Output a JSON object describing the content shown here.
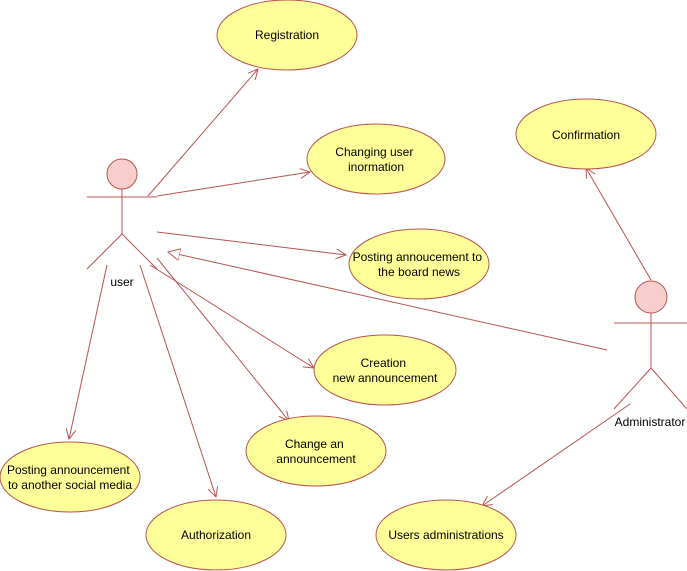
{
  "colors": {
    "usecase_fill": "#ffff99",
    "stroke": "#b85450",
    "actor_head_fill": "#f8cecc"
  },
  "actors": {
    "user": {
      "label": "user"
    },
    "administrator": {
      "label": "Administrator"
    }
  },
  "use_cases": {
    "registration": {
      "lines": [
        "Registration"
      ]
    },
    "changing_user_information": {
      "lines": [
        "Changing user",
        "inormation"
      ]
    },
    "posting_board_news": {
      "lines": [
        "Posting annoucement to",
        "the board news"
      ]
    },
    "creation_new_announcement": {
      "lines": [
        "Creation",
        "new announcement"
      ]
    },
    "change_announcement": {
      "lines": [
        "Change an",
        "announcement"
      ]
    },
    "posting_social_media": {
      "lines": [
        "Posting announcement",
        "to another social media"
      ]
    },
    "authorization": {
      "lines": [
        "Authorization"
      ]
    },
    "users_administrations": {
      "lines": [
        "Users administrations"
      ]
    },
    "confirmation": {
      "lines": [
        "Confirmation"
      ]
    }
  }
}
